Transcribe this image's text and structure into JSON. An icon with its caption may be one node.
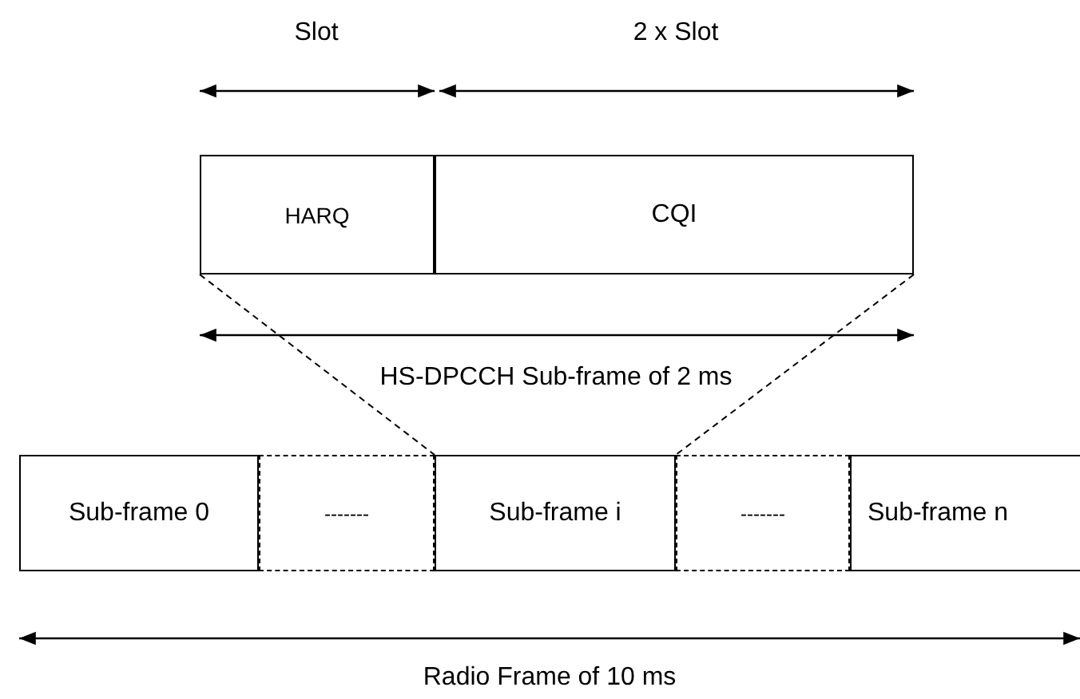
{
  "diagram": {
    "nodes": [
      {
        "text": [
          "HARQ"
        ]
      },
      {
        "text": [
          "CQI"
        ]
      },
      {
        "text": [
          "Sub-frame 0"
        ]
      },
      {
        "text": [
          "-------"
        ]
      },
      {
        "text": [
          "Sub-frame i"
        ]
      },
      {
        "text": [
          "-------"
        ]
      },
      {
        "text": [
          "Sub-frame n"
        ]
      }
    ],
    "edges": [
      {
        "from": 0,
        "to": 4,
        "arrow": "none",
        "style": "dashed"
      },
      {
        "from": 1,
        "to": 4,
        "arrow": "none",
        "style": "dashed"
      }
    ],
    "labels": [
      "Slot",
      "2 x Slot",
      "HS-DPCCH Sub-frame of 2 ms",
      "Radio Frame of 10 ms"
    ]
  }
}
